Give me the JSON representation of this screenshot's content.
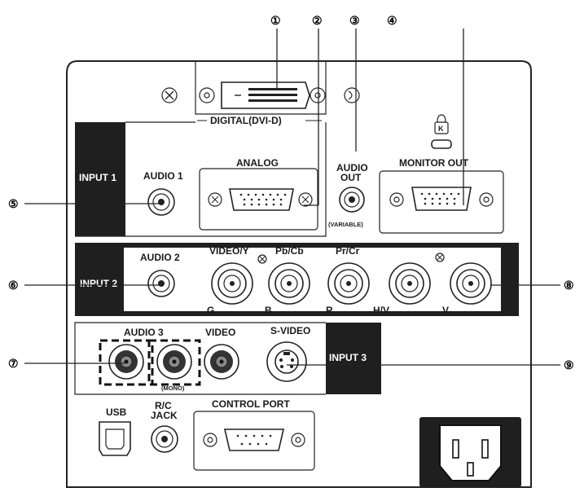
{
  "callouts": {
    "c1": "①",
    "c2": "②",
    "c3": "③",
    "c4": "④",
    "c5": "⑤",
    "c6": "⑥",
    "c7": "⑦",
    "c8": "⑧",
    "c9": "⑨"
  },
  "labels": {
    "digital_dvi": "DIGITAL(DVI-D)",
    "input1": "INPUT 1",
    "audio1": "AUDIO 1",
    "analog": "ANALOG",
    "audio_out_1": "AUDIO",
    "audio_out_2": "OUT",
    "variable": "(VARIABLE)",
    "monitor_out": "MONITOR OUT",
    "input2": "INPUT 2",
    "audio2": "AUDIO 2",
    "video_y": "VIDEO/Y",
    "pb_cb": "Pb/Cb",
    "pr_cr": "Pr/Cr",
    "g": "G",
    "b": "B",
    "r": "R",
    "hv": "H/V",
    "v": "V",
    "audio3": "AUDIO 3",
    "video": "VIDEO",
    "s_video": "S-VIDEO",
    "mono": "(MONO)",
    "input3": "INPUT 3",
    "usb": "USB",
    "rc_1": "R/C",
    "rc_2": "JACK",
    "control_port": "CONTROL PORT"
  }
}
